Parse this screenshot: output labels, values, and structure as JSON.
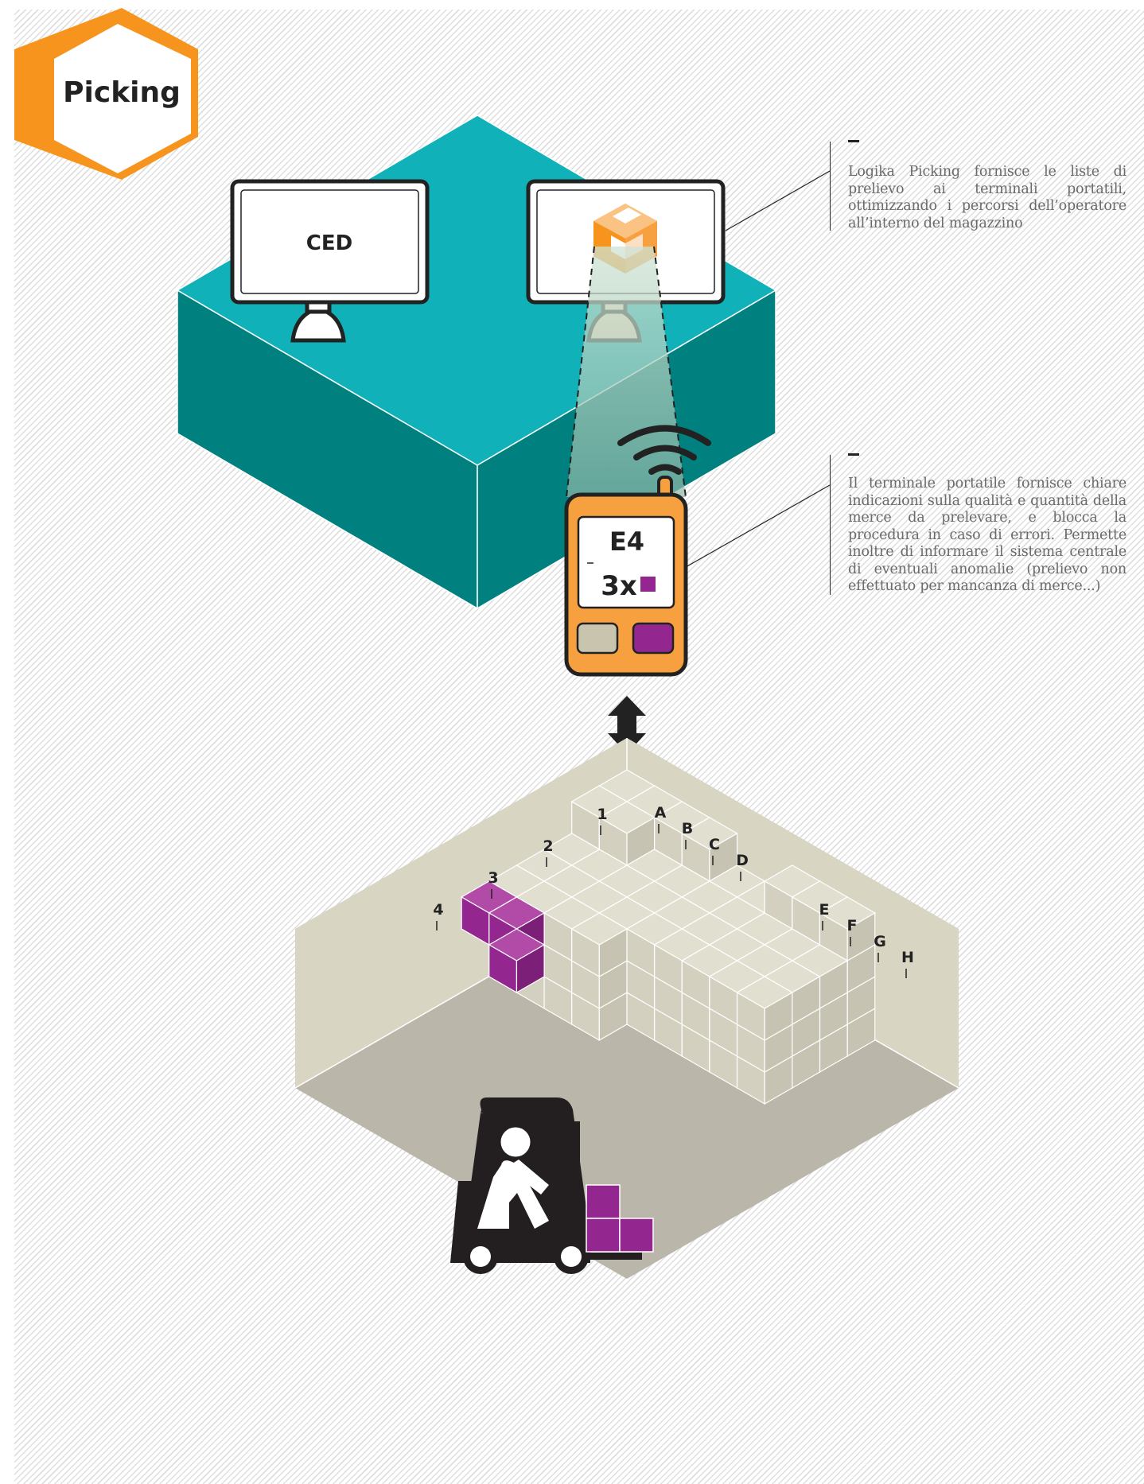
{
  "badge": {
    "title": "Picking",
    "color": "#f7941d"
  },
  "server": {
    "label": "CED",
    "top_color": "#10b1b8",
    "side_color": "#00807e"
  },
  "logo": {
    "icon": "logika-cube-logo",
    "color": "#f7941d"
  },
  "terminal": {
    "location": "E4",
    "quantity": "3x",
    "body_color": "#f7a040",
    "button_colors": [
      "#c9c4ae",
      "#93278f"
    ]
  },
  "callouts": [
    {
      "text": "Logika Picking fornisce le liste di prelievo ai terminali portatili, ottimizzando i percorsi dell’operatore all’interno del magazzino"
    },
    {
      "text": "Il terminale portatile fornisce chiare indicazioni sulla qualità e quantità della merce da prelevare, e blocca la procedura in caso di errori. Permette inoltre di informare il sistema centrale di eventuali anomalie (prelievo non effettuato per mancanza di merce...)"
    }
  ],
  "warehouse": {
    "row_labels": [
      "1",
      "2",
      "3",
      "4"
    ],
    "column_labels_left": [
      "A",
      "B",
      "C",
      "D"
    ],
    "column_labels_right": [
      "E",
      "F",
      "G",
      "H"
    ],
    "highlight_color": "#93278f"
  },
  "icons": [
    "wifi-signal-icon",
    "double-arrow-icon",
    "forklift-icon"
  ]
}
